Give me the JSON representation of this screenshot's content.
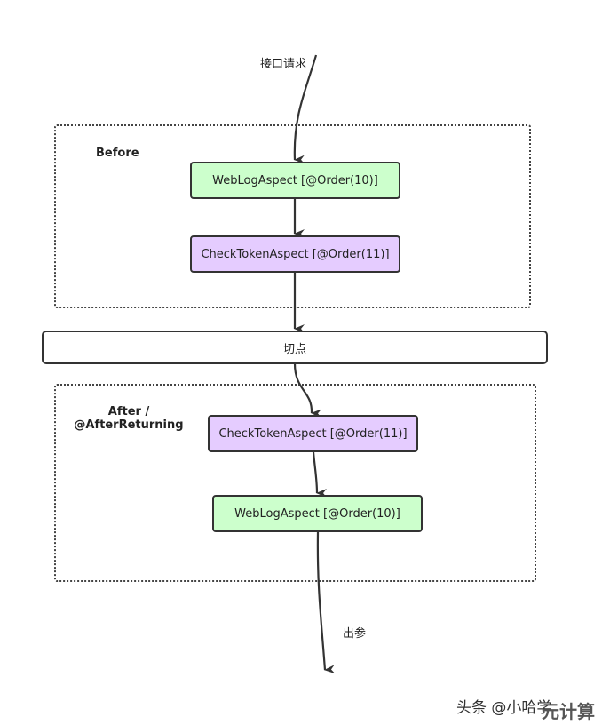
{
  "diagram": {
    "request_label": "接口请求",
    "before_group": {
      "label": "Before"
    },
    "after_group": {
      "label_line1": "After /",
      "label_line2": "@AfterReturning"
    },
    "joinpoint": {
      "label": "切点"
    },
    "nodes": {
      "before_weblog": {
        "label": "WebLogAspect [@Order(10)]",
        "color": "#ccffcc"
      },
      "before_checktoken": {
        "label": "CheckTokenAspect [@Order(11)]",
        "color": "#e5ccff"
      },
      "after_checktoken": {
        "label": "CheckTokenAspect [@Order(11)]",
        "color": "#e5ccff"
      },
      "after_weblog": {
        "label": "WebLogAspect [@Order(10)]",
        "color": "#ccffcc"
      }
    },
    "output_label": "出参"
  },
  "watermark": {
    "text": "头条 @小哈学",
    "overlay": "元计算"
  }
}
